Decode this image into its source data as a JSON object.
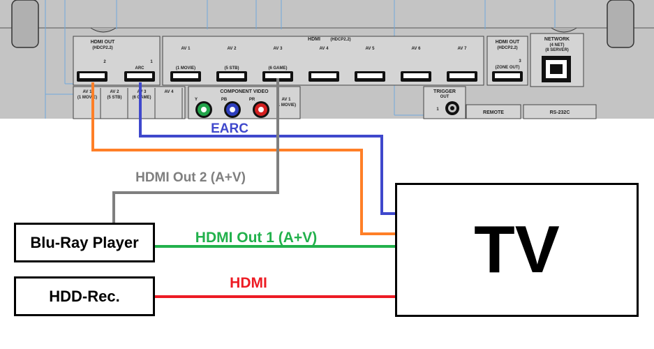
{
  "panel": {
    "hdmi_out_title": "HDMI OUT",
    "hdmi_out_sub": "(HDCP2.2)",
    "hdmi_out_port2": "2",
    "hdmi_out_arc": "ARC",
    "hdmi_out_port1": "1",
    "hdmi_in_title": "HDMI",
    "hdmi_in_sub": "(HDCP2.2)",
    "hdmi_inputs": [
      {
        "label": "AV 1",
        "sub": "(1 MOVIE)"
      },
      {
        "label": "AV 2",
        "sub": "(5 STB)"
      },
      {
        "label": "AV 3",
        "sub": "(6 GAME)"
      },
      {
        "label": "AV 4",
        "sub": ""
      },
      {
        "label": "AV 5",
        "sub": ""
      },
      {
        "label": "AV 6",
        "sub": ""
      },
      {
        "label": "AV 7",
        "sub": ""
      }
    ],
    "zone_title": "HDMI OUT",
    "zone_sub": "(HDCP2.2)",
    "zone_port": "3",
    "zone_label": "(ZONE OUT)",
    "network_title": "NETWORK",
    "network_sub1": "(4 NET)",
    "network_sub2": "(8 SERVER)",
    "optical": [
      {
        "label": "AV 1",
        "sub": "(1 MOVIE)"
      },
      {
        "label": "AV 2",
        "sub": "(5 STB)"
      },
      {
        "label": "AV 3",
        "sub": "(6 GAME)"
      },
      {
        "label": "AV 4",
        "sub": ""
      }
    ],
    "component_title": "COMPONENT VIDEO",
    "component_y": "Y",
    "component_pb": "PB",
    "component_pr": "PR",
    "component_av1": "AV 1",
    "component_av1_sub": "(1 MOVIE)",
    "trigger_title": "TRIGGER",
    "trigger_sub": "OUT",
    "trigger_port": "1",
    "remote": "REMOTE",
    "rs232c": "RS-232C"
  },
  "diagram": {
    "earc_label": "EARC",
    "hdmi_out2_label": "HDMI Out 2 (A+V)",
    "hdmi_out1_label": "HDMI Out 1 (A+V)",
    "hdmi_label": "HDMI",
    "bluray_label": "Blu-Ray Player",
    "hddrec_label": "HDD-Rec.",
    "tv_label": "TV"
  },
  "colors": {
    "earc": "#3f48cc",
    "hdmi_out2": "#7f7f7f",
    "hdmi_out1": "#22b14c",
    "hdmi": "#ed1c24",
    "orange": "#ff7f27"
  }
}
